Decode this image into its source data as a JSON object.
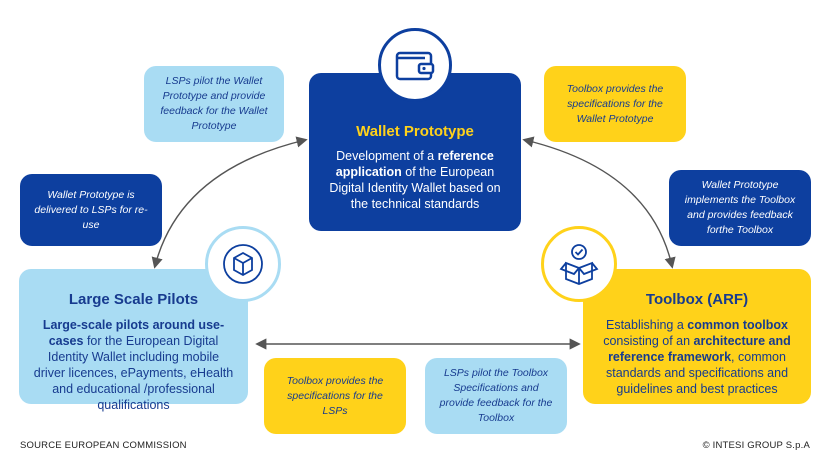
{
  "wallet": {
    "title": "Wallet Prototype",
    "desc_part1": "Development of a ",
    "desc_bold": "reference application",
    "desc_part2": " of the European Digital Identity Wallet based on the technical standards",
    "icon": "wallet-icon"
  },
  "lsp": {
    "title": "Large Scale Pilots",
    "desc_bold": "Large-scale pilots around  use-cases",
    "desc_rest": " for the European Digital Identity Wallet including mobile driver licences, ePayments, eHealth and educational /professional qualifications",
    "icon": "box-cycle-icon"
  },
  "toolbox": {
    "title": "Toolbox (ARF)",
    "desc_part1": "Establishing a ",
    "desc_bold1": "common toolbox",
    "desc_part2": " consisting of an ",
    "desc_bold2": "architecture and reference framework",
    "desc_part3": ", common standards and specifications and guidelines and best practices",
    "icon": "open-box-check-icon"
  },
  "callouts": {
    "lsp_pilot_wallet": "LSPs pilot the Wallet Prototype and provide feedback for the Wallet Prototype",
    "wallet_delivered": "Wallet Prototype is delivered to LSPs for re-use",
    "toolbox_specs_wallet": "Toolbox provides the specifications for the Wallet Prototype",
    "wallet_implements": "Wallet Prototype implements the Toolbox and provides feedback forthe Toolbox",
    "toolbox_specs_lsp": "Toolbox provides the specifications for the LSPs",
    "lsp_pilot_toolbox": "LSPs pilot the Toolbox Specifications and provide feedback for the Toolbox"
  },
  "footer": {
    "source": "SOURCE EUROPEAN COMMISSION",
    "copyright": "©  INTESI GROUP S.p.A"
  },
  "colors": {
    "dark_blue": "#0d3f9f",
    "light_blue": "#a9dcf3",
    "yellow": "#ffd21a",
    "text_blue": "#173b8f"
  }
}
